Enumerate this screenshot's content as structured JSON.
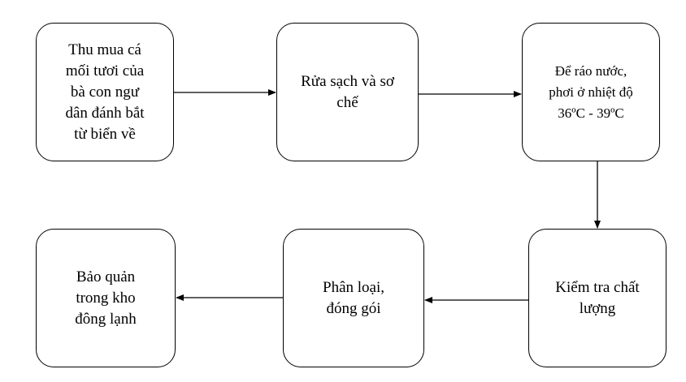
{
  "flowchart": {
    "steps": [
      {
        "id": "step-1",
        "text": "Thu mua cá\nmối tươi của\nbà con ngư\ndân đánh bắt\ntừ biển về"
      },
      {
        "id": "step-2",
        "text": "Rửa sạch và sơ\nchế"
      },
      {
        "id": "step-3",
        "text": "Để ráo nước,\nphơi ở nhiệt độ\n36ºC - 39ºC"
      },
      {
        "id": "step-4",
        "text": "Kiểm tra chất\nlượng"
      },
      {
        "id": "step-5",
        "text": "Phân loại,\nđóng gói"
      },
      {
        "id": "step-6",
        "text": "Bảo quản\ntrong kho\nđông lạnh"
      }
    ],
    "colors": {
      "stroke": "#000000",
      "background": "#ffffff"
    }
  }
}
